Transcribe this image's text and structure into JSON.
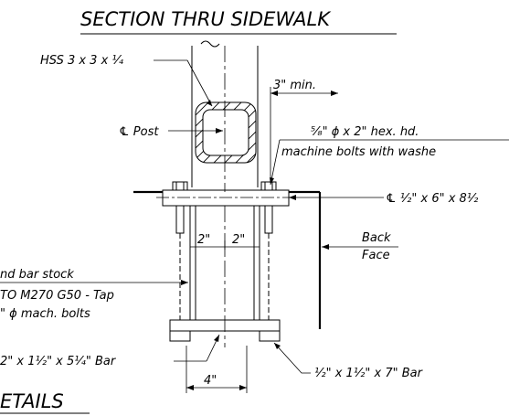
{
  "title": "SECTION THRU SIDEWALK",
  "bottom_title": "ETAILS",
  "labels": {
    "hss": "HSS 3 x 3 x ¹⁄₄",
    "cl_post": "℄ Post",
    "min_dim": "3\" min.",
    "bolts_line1": "⁵⁄₈\" ϕ x 2\" hex. hd.",
    "bolts_line2": "machine bolts with washe",
    "plate": "℄ ¹⁄₂\" x 6\" x 8¹⁄₂",
    "back": "Back",
    "face": "Face",
    "dim_left": "2\"",
    "dim_right": "2\"",
    "dim_bottom": "4\"",
    "stock_line1": "nd bar stock",
    "stock_line2": "TO M270 G50 - Tap",
    "stock_line3": "\" ϕ mach. bolts",
    "bar_left": "2\" x 1¹⁄₂\" x 5¹⁄₄\" Bar",
    "bar_right": "¹⁄₂\" x 1¹⁄₂\" x 7\" Bar"
  }
}
